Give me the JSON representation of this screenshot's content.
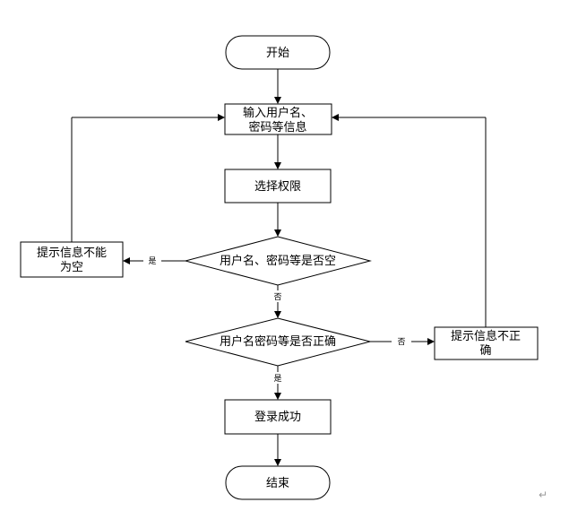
{
  "flowchart": {
    "start": "开始",
    "input_line1": "输入用户名、",
    "input_line2": "密码等信息",
    "select_role": "选择权限",
    "check_empty": "用户名、密码等是否空",
    "check_correct": "用户名密码等是否正确",
    "empty_msg_line1": "提示信息不能",
    "empty_msg_line2": "为空",
    "wrong_msg_line1": "提示信息不正",
    "wrong_msg_line2": "确",
    "login_success": "登录成功",
    "end": "结束",
    "yes_label_empty": "是",
    "no_label_empty": "否",
    "no_label_correct": "否",
    "yes_label_correct": "是"
  },
  "paragraph_mark": "↵"
}
